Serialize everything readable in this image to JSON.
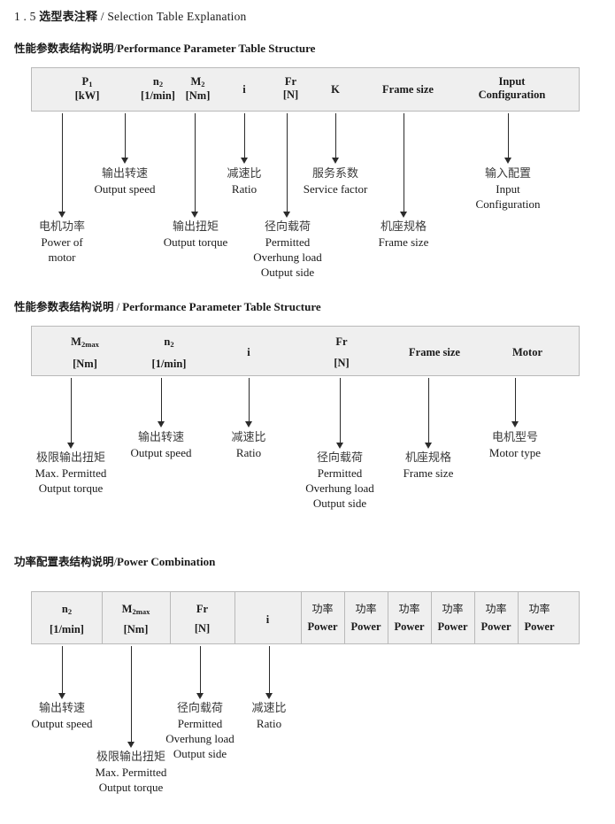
{
  "document": {
    "section_number": "1 . 5",
    "section_title_cn": "选型表注释",
    "section_title_sep": "/",
    "section_title_en": "Selection Table Explanation"
  },
  "sections": [
    {
      "id": "performance-parameter-1",
      "heading_cn": "性能参数表结构说明",
      "heading_sep": "/",
      "heading_en": "Performance Parameter Table Structure",
      "table": {
        "columns": [
          {
            "symbol": "P",
            "sub": "1",
            "unit": "[kW]"
          },
          {
            "symbol": "n",
            "sub": "2",
            "unit": "[1/min]"
          },
          {
            "symbol": "M",
            "sub": "2",
            "unit": "[Nm]"
          },
          {
            "symbol": "i",
            "sub": "",
            "unit": ""
          },
          {
            "symbol": "Fr",
            "sub": "",
            "unit": "[N]"
          },
          {
            "symbol": "K",
            "sub": "",
            "unit": ""
          },
          {
            "symbol": "Frame size",
            "sub": "",
            "unit": ""
          },
          {
            "symbol": "Input",
            "sub": "",
            "unit": "Configuration"
          }
        ]
      },
      "notes": [
        {
          "cn": "电机功率",
          "en": [
            "Power of",
            "motor"
          ]
        },
        {
          "cn": "输出转速",
          "en": [
            "Output speed"
          ]
        },
        {
          "cn": "输出扭矩",
          "en": [
            "Output torque"
          ]
        },
        {
          "cn": "减速比",
          "en": [
            "Ratio"
          ]
        },
        {
          "cn": "径向载荷",
          "en": [
            "Permitted",
            "Overhung load",
            "Output side"
          ]
        },
        {
          "cn": "服务系数",
          "en": [
            "Service factor"
          ]
        },
        {
          "cn": "机座规格",
          "en": [
            "Frame size"
          ]
        },
        {
          "cn": "输入配置",
          "en": [
            "Input",
            "Configuration"
          ]
        }
      ]
    },
    {
      "id": "performance-parameter-2",
      "heading_cn": "性能参数表结构说明",
      "heading_sep": "/",
      "heading_en": "Performance Parameter Table Structure",
      "table": {
        "columns": [
          {
            "symbol": "M",
            "sub": "2max",
            "unit": "[Nm]"
          },
          {
            "symbol": "n",
            "sub": "2",
            "unit": "[1/min]"
          },
          {
            "symbol": "i",
            "sub": "",
            "unit": ""
          },
          {
            "symbol": "Fr",
            "sub": "",
            "unit": "[N]"
          },
          {
            "symbol": "Frame size",
            "sub": "",
            "unit": ""
          },
          {
            "symbol": "Motor",
            "sub": "",
            "unit": ""
          }
        ]
      },
      "notes": [
        {
          "cn": "极限输出扭矩",
          "en": [
            "Max. Permitted",
            "Output  torque"
          ]
        },
        {
          "cn": "输出转速",
          "en": [
            "Output speed"
          ]
        },
        {
          "cn": "减速比",
          "en": [
            "Ratio"
          ]
        },
        {
          "cn": "径向载荷",
          "en": [
            "Permitted",
            "Overhung load",
            "Output side"
          ]
        },
        {
          "cn": "机座规格",
          "en": [
            "Frame size"
          ]
        },
        {
          "cn": "电机型号",
          "en": [
            "Motor type"
          ]
        }
      ]
    },
    {
      "id": "power-combination",
      "heading_cn": "功率配置表结构说明",
      "heading_sep": "/",
      "heading_en": "Power Combination",
      "table": {
        "columns": [
          {
            "symbol": "n",
            "sub": "2",
            "unit": "[1/min]"
          },
          {
            "symbol": "M",
            "sub": "2max",
            "unit": "[Nm]"
          },
          {
            "symbol": "Fr",
            "sub": "",
            "unit": "[N]"
          },
          {
            "symbol": "i",
            "sub": "",
            "unit": ""
          },
          {
            "symbol_cn": "功率",
            "unit": "Power"
          },
          {
            "symbol_cn": "功率",
            "unit": "Power"
          },
          {
            "symbol_cn": "功率",
            "unit": "Power"
          },
          {
            "symbol_cn": "功率",
            "unit": "Power"
          },
          {
            "symbol_cn": "功率",
            "unit": "Power"
          },
          {
            "symbol_cn": "功率",
            "unit": "Power"
          }
        ]
      },
      "notes": [
        {
          "cn": "输出转速",
          "en": [
            "Output speed"
          ]
        },
        {
          "cn": "极限输出扭矩",
          "en": [
            "Max. Permitted",
            "Output  torque"
          ]
        },
        {
          "cn": "径向载荷",
          "en": [
            "Permitted",
            "Overhung load",
            "Output side"
          ]
        },
        {
          "cn": "减速比",
          "en": [
            "Ratio"
          ]
        }
      ]
    }
  ]
}
